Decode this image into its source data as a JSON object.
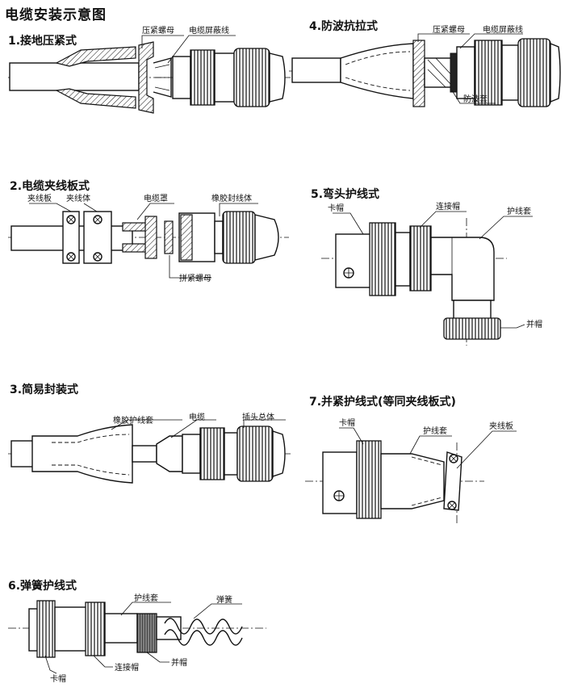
{
  "title": "电缆安装示意图",
  "sections": [
    {
      "label": "1.接地压紧式",
      "callouts": [
        "压紧螺母",
        "电缆屏蔽线"
      ]
    },
    {
      "label": "4.防波抗拉式",
      "callouts": [
        "压紧螺母",
        "电缆屏蔽线",
        "防波套"
      ]
    },
    {
      "label": "2.电缆夹线板式",
      "callouts": [
        "夹线板",
        "夹线体",
        "电缆罩",
        "橡胶封线体",
        "拼紧螺母"
      ]
    },
    {
      "label": "5.弯头护线式",
      "callouts": [
        "卡帽",
        "连接帽",
        "护线套",
        "并帽"
      ]
    },
    {
      "label": "3.简易封装式",
      "callouts": [
        "橡胶护线套",
        "电缆",
        "插头总体"
      ]
    },
    {
      "label": "7.并紧护线式(等同夹线板式)",
      "callouts": [
        "卡帽",
        "护线套",
        "夹线板"
      ]
    },
    {
      "label": "6.弹簧护线式",
      "callouts": [
        "护线套",
        "弹簧",
        "卡帽",
        "连接帽",
        "并帽"
      ]
    }
  ]
}
